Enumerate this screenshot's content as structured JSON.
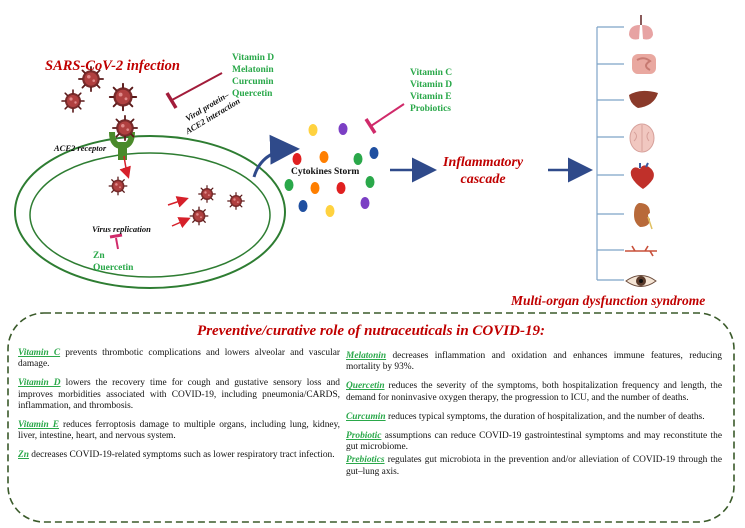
{
  "infection_title": "SARS-CoV-2 infection",
  "ace2_label": "ACE2 receptor",
  "replication_label": "Virus replication",
  "viral_interaction_label": [
    "Viral protein–",
    "ACE2 interaction"
  ],
  "cytokines_label": "Cytokines Storm",
  "inflammatory_label": [
    "Inflammatory",
    "cascade"
  ],
  "mods_label": "Multi-organ dysfunction syndrome",
  "nutraceuticals_entry": [
    "Vitamin D",
    "Melatonin",
    "Curcumin",
    "Quercetin"
  ],
  "nutraceuticals_cytokine": [
    "Vitamin C",
    "Vitamin D",
    "Vitamin E",
    "Probiotics"
  ],
  "nutraceuticals_replication": [
    "Zn",
    "Quercetin"
  ],
  "organs": [
    "lungs-icon",
    "intestine-icon",
    "liver-icon",
    "brain-icon",
    "heart-icon",
    "kidney-icon",
    "vessel-icon",
    "eye-icon"
  ],
  "colors": {
    "red": "#c00000",
    "green": "#2aa84a",
    "navy": "#2f4a8a",
    "panel_border": "#3a5a2a"
  },
  "panel": {
    "title": "Preventive/curative role of nutraceuticals in COVID-19:",
    "left": [
      {
        "name": "Vitamin C",
        "text": " prevents thrombotic complications and lowers alveolar and vascular damage."
      },
      {
        "name": "Vitamin D",
        "text": " lowers the recovery time for cough and gustative sensory loss and improves morbidities associated with COVID-19, including pneumonia/CARDS, inflammation, and thrombosis."
      },
      {
        "name": "Vitamin E",
        "text": " reduces ferroptosis damage to multiple organs, including lung, kidney, liver, intestine, heart, and nervous system."
      },
      {
        "name": "Zn",
        "text": " decreases COVID-19-related symptoms such as lower respiratory tract infection."
      }
    ],
    "right": [
      {
        "name": "Melatonin",
        "text": " decreases inflammation and oxidation and enhances immune features, reducing mortality by 93%."
      },
      {
        "name": "Quercetin",
        "text": " reduces the severity of the symptoms, both hospitalization frequency and length,  the demand for noninvasive oxygen therapy, the progression to ICU, and the number of deaths."
      },
      {
        "name": "Curcumin",
        "text": " reduces typical symptoms, the duration of hospitalization, and the number of deaths."
      },
      {
        "name": "Probiotic",
        "text": " assumptions can reduce COVID-19 gastrointestinal symptoms and may reconstitute the gut microbiome."
      },
      {
        "name": "Prebiotics",
        "text": " regulates gut microbiota in the prevention and/or alleviation of COVID-19 through the gut–lung axis."
      }
    ]
  }
}
